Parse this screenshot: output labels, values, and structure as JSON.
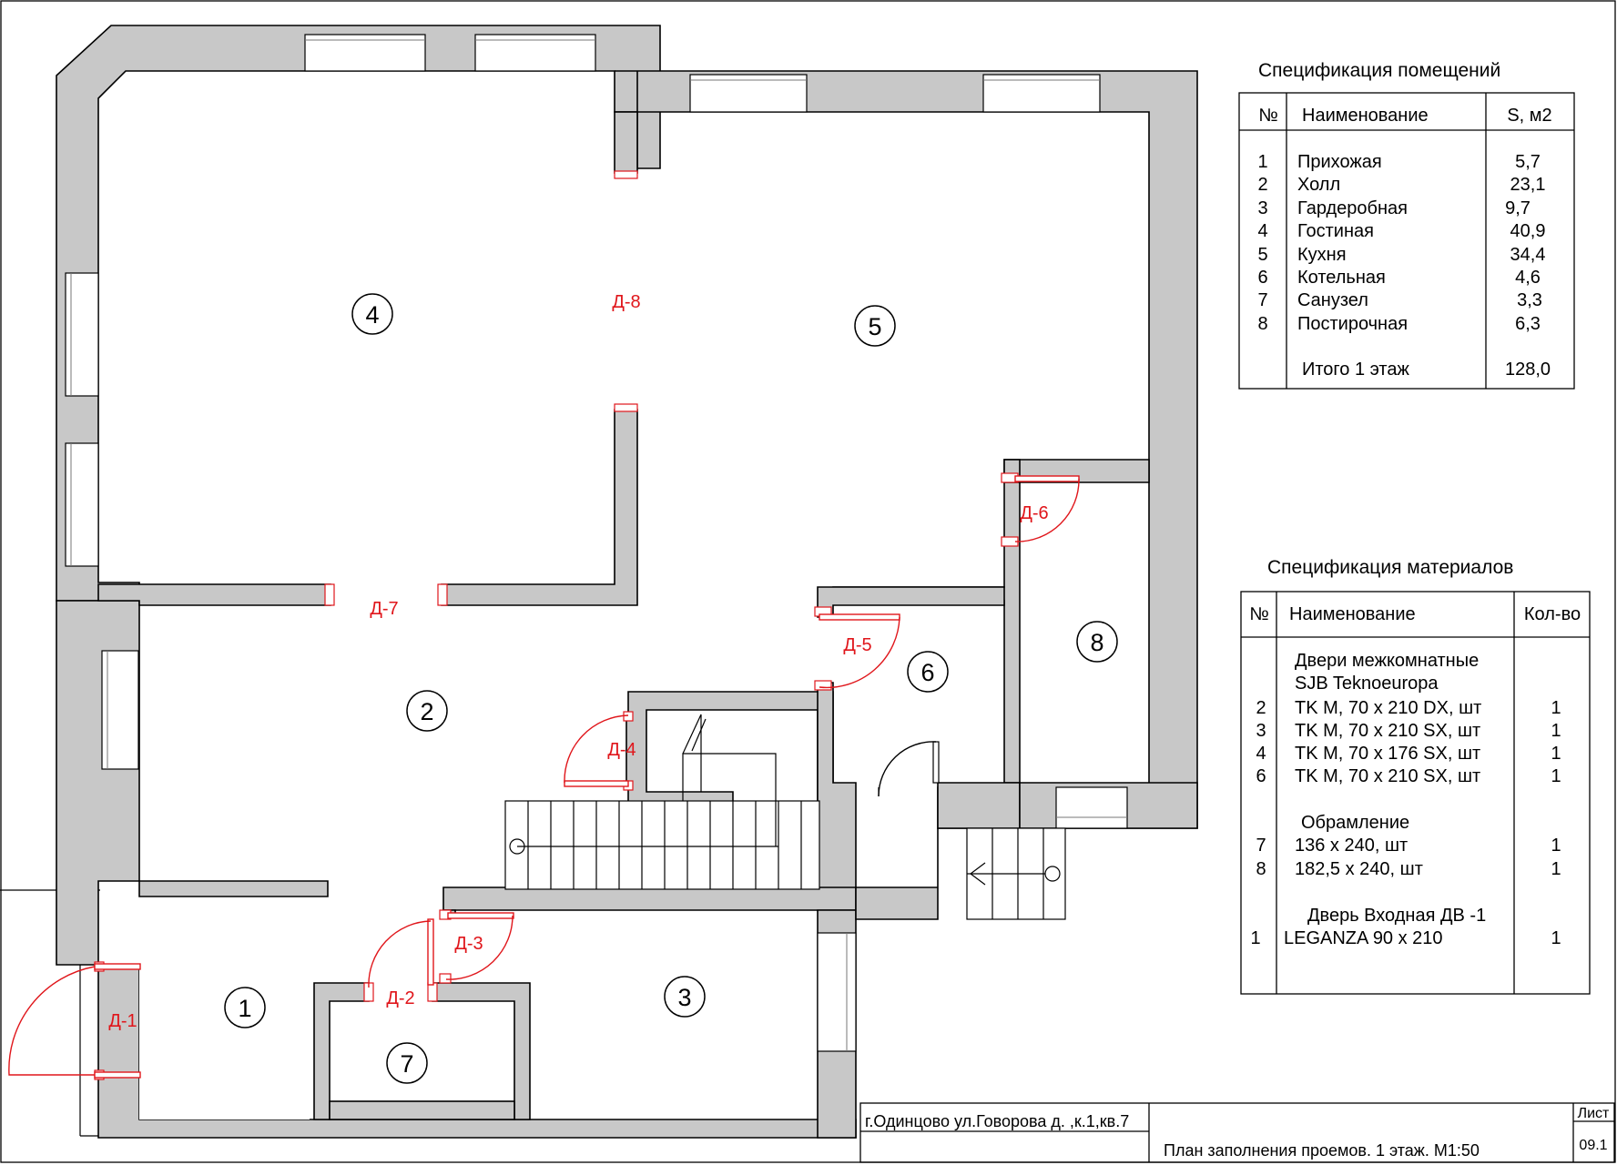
{
  "plan": {
    "rooms": [
      {
        "id": "room-1",
        "number": "1"
      },
      {
        "id": "room-2",
        "number": "2"
      },
      {
        "id": "room-3",
        "number": "3"
      },
      {
        "id": "room-4",
        "number": "4"
      },
      {
        "id": "room-5",
        "number": "5"
      },
      {
        "id": "room-6",
        "number": "6"
      },
      {
        "id": "room-7",
        "number": "7"
      },
      {
        "id": "room-8",
        "number": "8"
      }
    ],
    "doors": [
      {
        "id": "door-1",
        "label": "Д-1"
      },
      {
        "id": "door-2",
        "label": "Д-2"
      },
      {
        "id": "door-3",
        "label": "Д-3"
      },
      {
        "id": "door-4",
        "label": "Д-4"
      },
      {
        "id": "door-5",
        "label": "Д-5"
      },
      {
        "id": "door-6",
        "label": "Д-6"
      },
      {
        "id": "door-7",
        "label": "Д-7"
      },
      {
        "id": "door-8",
        "label": "Д-8"
      }
    ]
  },
  "rooms_spec": {
    "title": "Спецификация помещений",
    "headers": {
      "num": "№",
      "name": "Наименование",
      "area": "S, м2"
    },
    "rows": [
      {
        "num": "1",
        "name": "Прихожая",
        "area": "5,7"
      },
      {
        "num": "2",
        "name": "Холл",
        "area": "23,1"
      },
      {
        "num": "3",
        "name": "Гардеробная",
        "area": "9,7"
      },
      {
        "num": "4",
        "name": "Гостиная",
        "area": "40,9"
      },
      {
        "num": "5",
        "name": "Кухня",
        "area": "34,4"
      },
      {
        "num": "6",
        "name": "Котельная",
        "area": "4,6"
      },
      {
        "num": "7",
        "name": "Санузел",
        "area": "3,3"
      },
      {
        "num": "8",
        "name": "Постирочная",
        "area": "6,3"
      }
    ],
    "total_label": "Итого 1 этаж",
    "total_value": "128,0"
  },
  "materials_spec": {
    "title": "Спецификация материалов",
    "headers": {
      "num": "№",
      "name": "Наименование",
      "qty": "Кол-во"
    },
    "group1_line1": "Двери  межкомнатные",
    "group1_line2": "SJB Teknoeuropa",
    "rows1": [
      {
        "num": "2",
        "name": "TK M, 70 x 210 DX, шт",
        "qty": "1"
      },
      {
        "num": "3",
        "name": "TK M, 70 x 210 SX, шт",
        "qty": "1"
      },
      {
        "num": "4",
        "name": "TK M, 70 x 176 SX, шт",
        "qty": "1"
      },
      {
        "num": "6",
        "name": "TK M, 70 x 210 SX, шт",
        "qty": "1"
      }
    ],
    "group2": "Обрамление",
    "rows2": [
      {
        "num": "7",
        "name": "136 x 240, шт",
        "qty": "1"
      },
      {
        "num": "8",
        "name": "182,5 x 240, шт",
        "qty": "1"
      }
    ],
    "group3": "Дверь Входная  ДВ -1",
    "rows3": [
      {
        "num": "1",
        "name": "LEGANZA 90 x 210",
        "qty": "1"
      }
    ]
  },
  "title_block": {
    "address": "г.Одинцово ул.Говорова д.     ,к.1,кв.7",
    "drawing_title": "План заполнения проемов. 1 этаж. М1:50",
    "sheet_label": "Лист",
    "sheet_number": "09.1"
  }
}
